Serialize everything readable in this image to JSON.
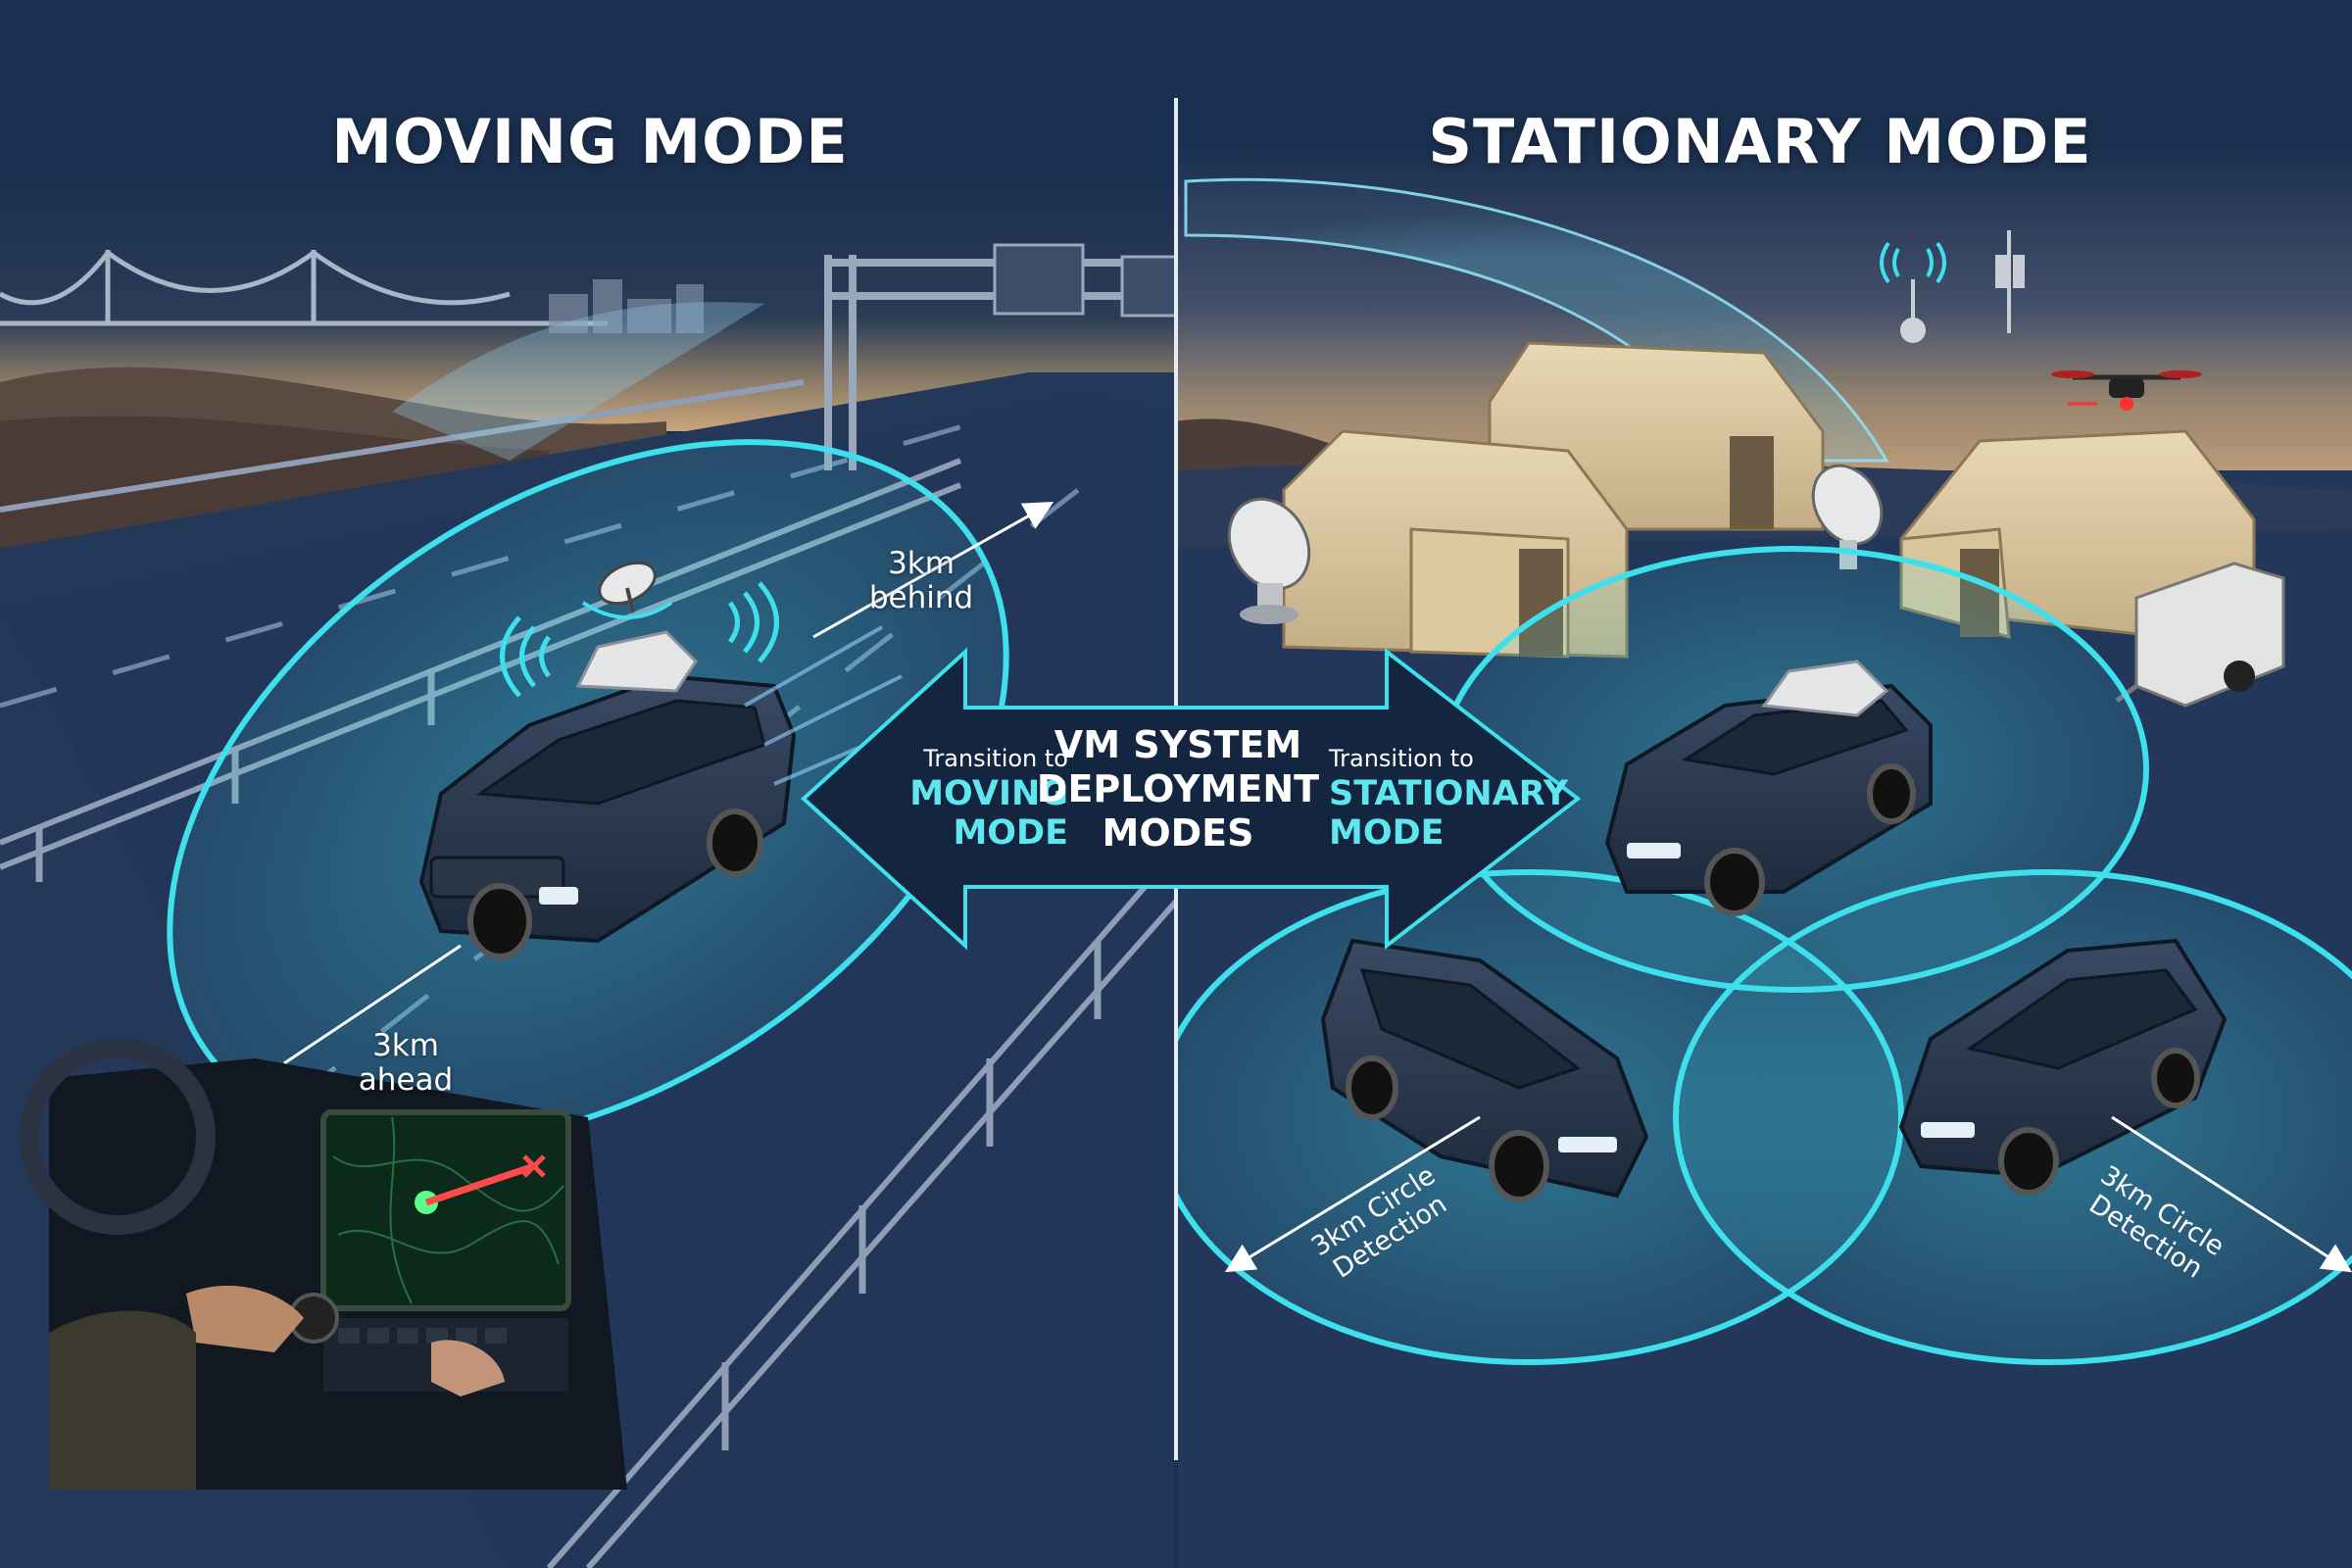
{
  "panels": {
    "left_title": "MOVING MODE",
    "right_title": "STATIONARY MODE"
  },
  "center": {
    "title_lines": [
      "VM SYSTEM",
      "DEPLOYMENT",
      "MODES"
    ],
    "left_transition": {
      "prefix": "Transition to",
      "mode_lines": [
        "MOVING",
        "MODE"
      ]
    },
    "right_transition": {
      "prefix": "Transition to",
      "mode_lines": [
        "STATIONARY",
        "MODE"
      ]
    }
  },
  "moving": {
    "behind_lines": [
      "3km",
      "behind"
    ],
    "ahead_lines": [
      "3km",
      "ahead"
    ]
  },
  "stationary": {
    "left_detection_lines": [
      "3km Circle",
      "Detection"
    ],
    "right_detection_lines": [
      "3km Circle",
      "Detection"
    ]
  },
  "colors": {
    "background": "#1b3050",
    "coverage": "#3fe0ee",
    "accent_text": "#5fe6ef",
    "arrow_fill": "#14253f"
  },
  "icons": [
    "satellite-dish-icon",
    "wifi-signal-icon",
    "antenna-tower-icon",
    "drone-icon",
    "target-x-icon"
  ]
}
